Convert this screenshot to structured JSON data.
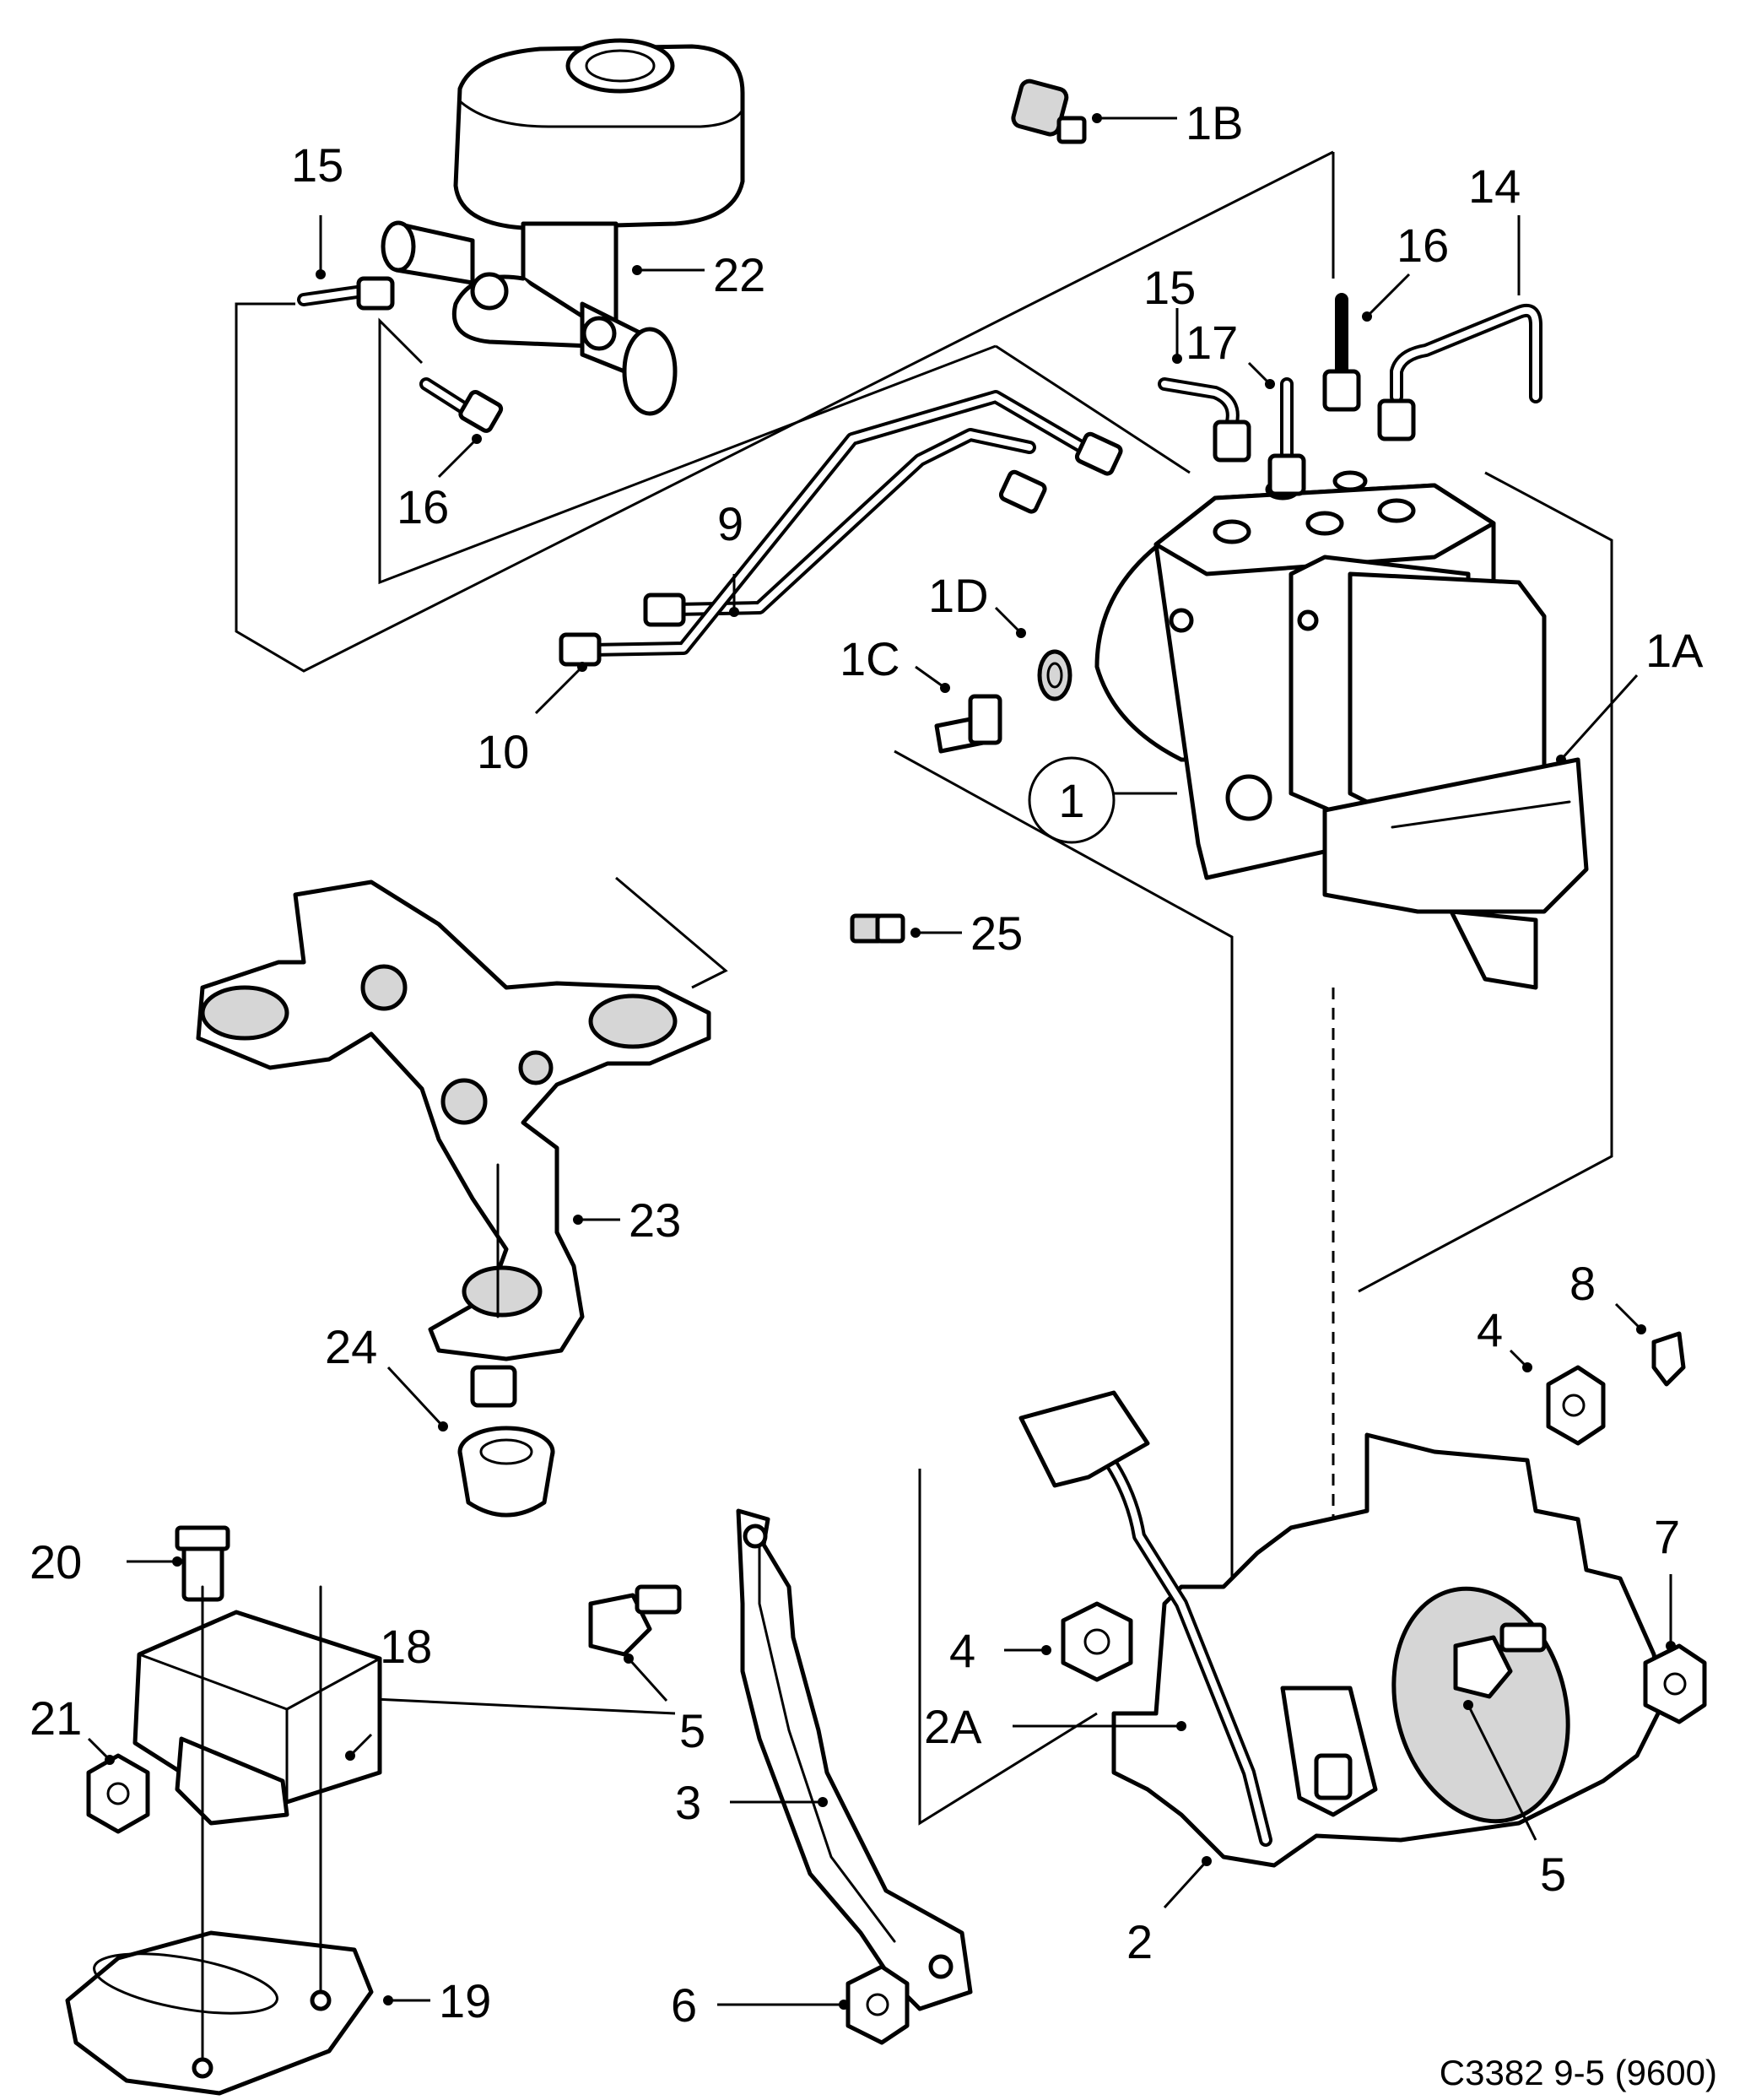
{
  "diagram": {
    "drawing_code": "C3382 9-5 (9600)",
    "callouts": {
      "c1": "1",
      "c1A": "1A",
      "c1B": "1B",
      "c1C": "1C",
      "c1D": "1D",
      "c2": "2",
      "c2A": "2A",
      "c3": "3",
      "c4a": "4",
      "c4b": "4",
      "c5a": "5",
      "c5b": "5",
      "c6": "6",
      "c7": "7",
      "c8": "8",
      "c9": "9",
      "c10": "10",
      "c14": "14",
      "c15a": "15",
      "c15b": "15",
      "c16a": "16",
      "c16b": "16",
      "c17": "17",
      "c18": "18",
      "c19": "19",
      "c20": "20",
      "c21": "21",
      "c22": "22",
      "c23": "23",
      "c24": "24",
      "c25": "25"
    }
  }
}
